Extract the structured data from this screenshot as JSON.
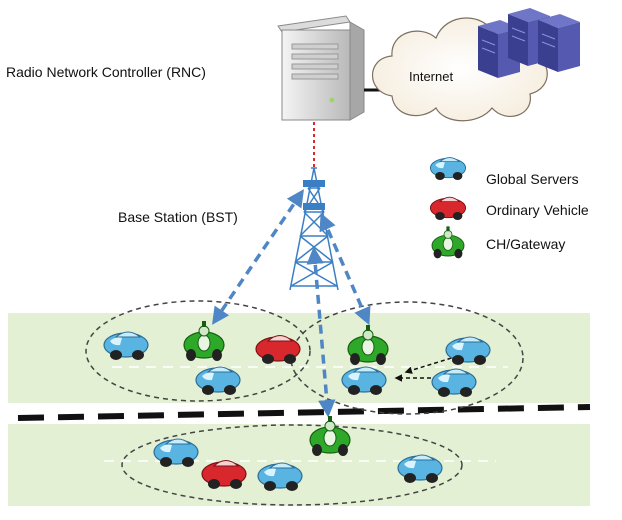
{
  "labels": {
    "rnc": "Radio Network Controller (RNC)",
    "internet": "Internet",
    "bst": "Base Station (BST)"
  },
  "legend": {
    "global_servers": "Global Servers",
    "ordinary_vehicle": "Ordinary Vehicle",
    "ch_gateway": "CH/Gateway"
  },
  "colors": {
    "road": "#e3f0d3",
    "link_arrow": "#4f86c6",
    "blue_car": "#59b4e2",
    "red_car": "#d8282d",
    "gateway_car": "#2ea829",
    "server": "#3b3f8f"
  }
}
